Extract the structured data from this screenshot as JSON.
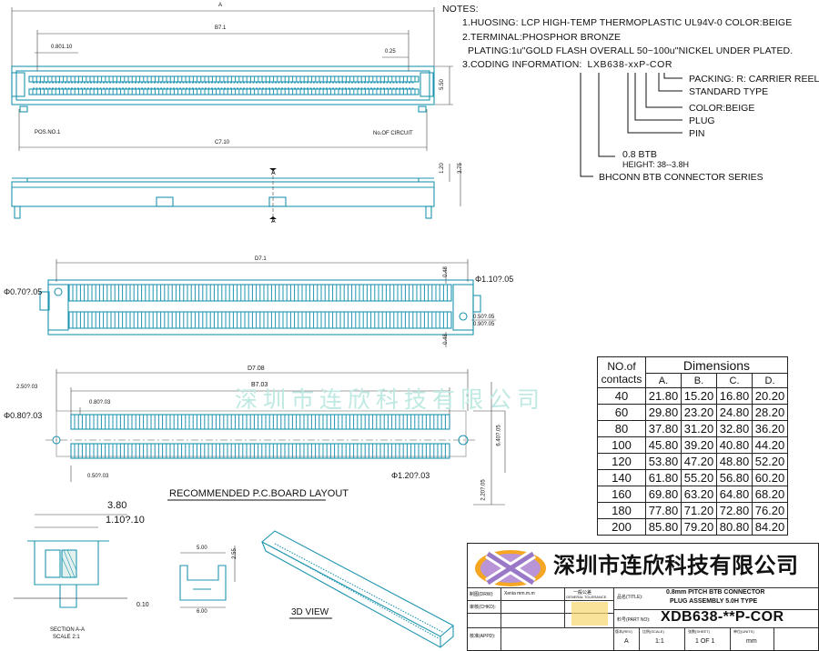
{
  "notes": {
    "heading": "NOTES:",
    "line1": "1.HUOSING: LCP HIGH-TEMP THERMOPLASTIC UL94V-0  COLOR:BEIGE",
    "line2": "2.TERMINAL:PHOSPHOR BRONZE",
    "line3": "PLATING:1u\"GOLD FLASH OVERALL  50~100u\"NICKEL UNDER PLATED.",
    "line4_label": "3.CODING INFORMATION:",
    "code": "LXB638-xxP-COR"
  },
  "coding": {
    "packing": "PACKING: R: CARRIER REEL",
    "standard": "STANDARD TYPE",
    "color": "COLOR:BEIGE",
    "plug": "PLUG",
    "pin": "PIN",
    "pitch": "0.8  BTB",
    "height": "HEIGHT: 38--3.8H",
    "series": "BHCONN  BTB CONNECTOR SERIES"
  },
  "top_view": {
    "dim_a": "A",
    "dim_b": "B7.1",
    "dim_080": "0.801.10",
    "dim_025": "0.25",
    "dim_550": "5.50",
    "dim_c": "C7.10",
    "pos1": "POS.NO.1",
    "no_circuit": "No.OF CIRCUIT"
  },
  "side_view": {
    "section": "A",
    "dim_120": "1.20",
    "dim_375": "3.75"
  },
  "bottom_view": {
    "dim_d": "D7.1",
    "hole_left": "Φ0.70?.05",
    "hole_right": "Φ1.10?.05",
    "dim_r1": "0.50?.05",
    "dim_r2": "0.90?.05",
    "dim_side_top": "0.48",
    "dim_side_bot": "0.48"
  },
  "pcb": {
    "title": "RECOMMENDED P.C.BOARD LAYOUT",
    "dim_top1": "D7.08",
    "dim_top2": "B7.03",
    "dim_left": "2.50?.03",
    "dim_pitch": "0.80?.03",
    "hole_left": "Φ0.80?.03",
    "dim_bot": "0.50?.03",
    "hole_right": "Φ1.20?.03",
    "dim_right1": "6.40?.05",
    "dim_right2": "2.20?.05"
  },
  "section": {
    "dim_380": "3.80",
    "dim_110": "1.10?.10",
    "dim_010": "0.10",
    "label": "SECTION A-A",
    "scale": "SCALE 2:1"
  },
  "small_view": {
    "dim_500": "5.00",
    "dim_255": "2.55",
    "dim_600": "6.00"
  },
  "view3d": {
    "label": "3D  VIEW"
  },
  "table": {
    "title": "Dimensions",
    "no_label_1": "NO.of",
    "no_label_2": "contacts",
    "cols": [
      "A.",
      "B.",
      "C.",
      "D."
    ],
    "rows": [
      [
        "40",
        "21.80",
        "15.20",
        "16.80",
        "20.20"
      ],
      [
        "60",
        "29.80",
        "23.20",
        "24.80",
        "28.20"
      ],
      [
        "80",
        "37.80",
        "31.20",
        "32.80",
        "36.20"
      ],
      [
        "100",
        "45.80",
        "39.20",
        "40.80",
        "44.20"
      ],
      [
        "120",
        "53.80",
        "47.20",
        "48.80",
        "52.20"
      ],
      [
        "140",
        "61.80",
        "55.20",
        "56.80",
        "60.20"
      ],
      [
        "160",
        "69.80",
        "63.20",
        "64.80",
        "68.20"
      ],
      [
        "180",
        "77.80",
        "71.20",
        "72.80",
        "76.20"
      ],
      [
        "200",
        "85.80",
        "79.20",
        "80.80",
        "84.20"
      ]
    ]
  },
  "watermark": "深圳市连欣科技有限公司",
  "title_block": {
    "company": "深圳市连欣科技有限公司",
    "desc1": "0.8mm PITCH BTB CONNECTOR",
    "desc2": "PLUG ASSEMBLY 5.0H TYPE",
    "part_label": "料号(PART NO):",
    "part_no": "XDB638-**P-COR",
    "drawn_label": "制图(DRW):",
    "drawn_by": "Xenia mm.m.m",
    "general_tol": "一般公差",
    "general_tol_en": "GENERAL TOLERANCE",
    "check_label": "审核(CHKD):",
    "appr_label": "核准(APPD):",
    "title_label": "品名(TITLE):",
    "rev_label": "版本(REV)",
    "rev": "A",
    "scale_label": "比例(SCALE)",
    "scale": "1:1",
    "sheet_label": "张数(SHEET)",
    "sheet": "1 OF 1",
    "unit_label": "单位(UNITS)",
    "unit": "mm"
  },
  "colors": {
    "drawing": "#1f95b0",
    "dim": "#3a3a3a",
    "watermark": "#bfe9e2"
  }
}
